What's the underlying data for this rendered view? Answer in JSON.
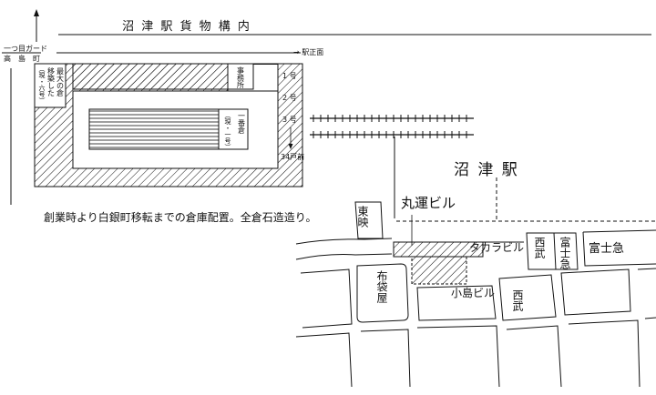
{
  "top_map": {
    "title": "沼 津 駅 貨 物 構 内",
    "guard_label_line1": "一つ目ガード",
    "guard_label_line2": "高　島　町",
    "station_front_label": "→ 駅正面",
    "moved_warehouse_note": [
      "最大の倉",
      "移築した",
      "（現・六号）"
    ],
    "office_label": "事務所",
    "warehouse_first_label": "一番倉",
    "warehouse_first_note": "（現・一号）",
    "bay_labels": [
      "1 号",
      "2 号",
      "3 号"
    ],
    "bay_last_label": "34戸前",
    "caption": "創業時より白銀町移転までの倉庫配置。全倉石造造り。"
  },
  "bottom_map": {
    "station_label": "沼 津 駅",
    "maruun_building_label": "丸運ビル",
    "toei_label": "東映",
    "takara_building_label": "タカラビル",
    "seibu_label_1": "西武",
    "fujikyu_label_1": "富士急",
    "fujikyu_label_2": "富士急",
    "kojima_building_label": "小島ビル",
    "seibu_label_2": "西武",
    "nunoya_label": "布袋屋"
  },
  "colors": {
    "ink": "#111111",
    "paper": "#ffffff"
  }
}
